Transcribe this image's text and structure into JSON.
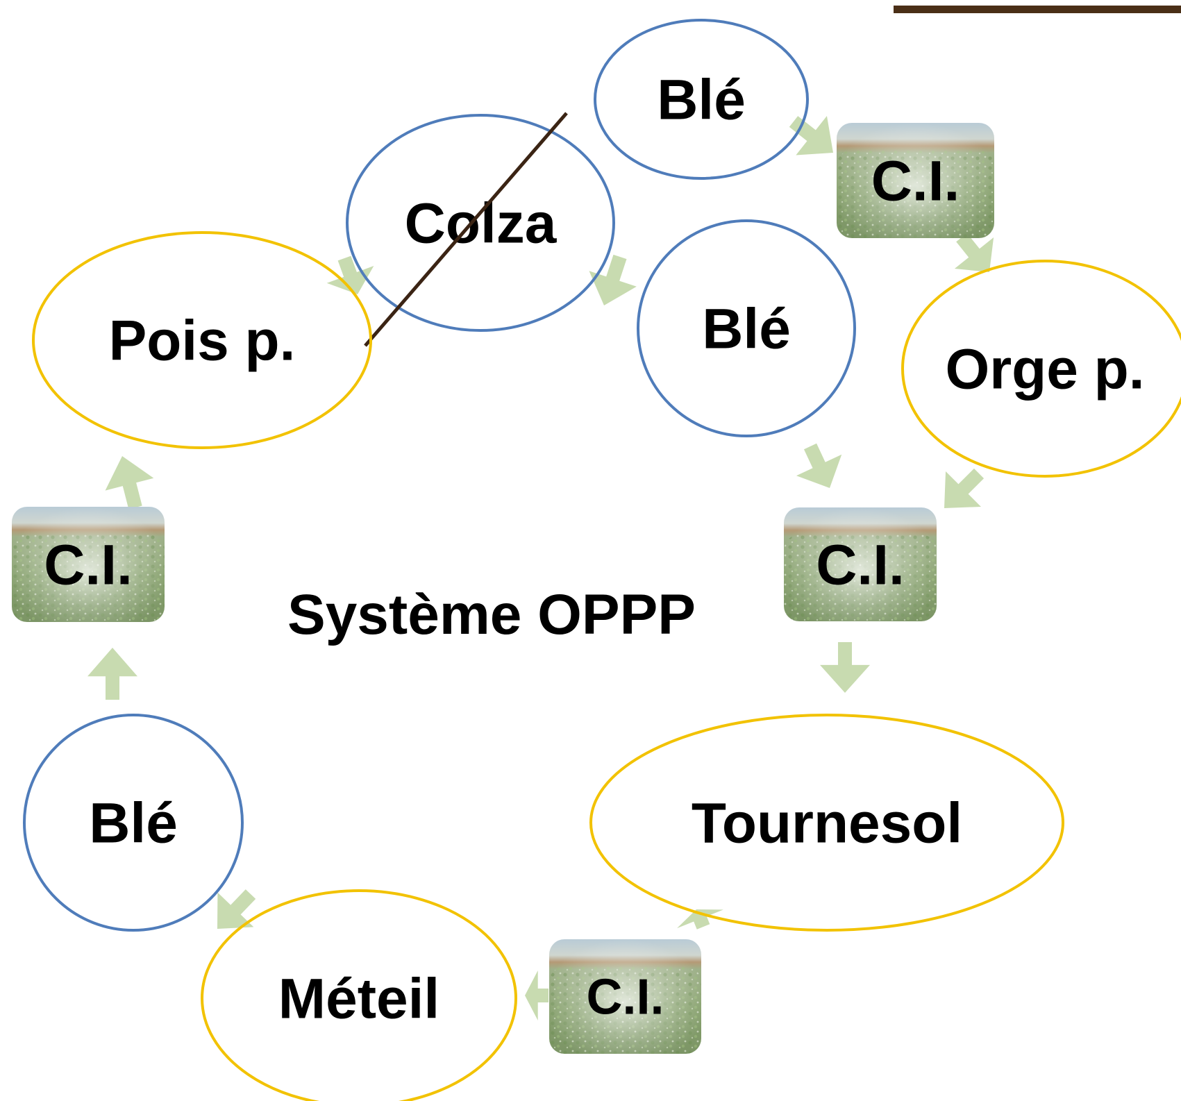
{
  "diagram": {
    "center_label": "Système OPPP",
    "colors": {
      "cereal_outline": "#4f7cba",
      "legume_outline": "#f2c200",
      "arrow_fill": "#c8dbb0",
      "strike_line": "#3b2414",
      "top_bar": "#4a2f17"
    },
    "nodes": [
      {
        "id": "ble-top",
        "label": "Blé",
        "kind": "cereal",
        "crossed": false
      },
      {
        "id": "ci-top-right",
        "label": "C.I.",
        "kind": "cover"
      },
      {
        "id": "colza",
        "label": "Colza",
        "kind": "cereal",
        "crossed": true
      },
      {
        "id": "ble-mid",
        "label": "Blé",
        "kind": "cereal",
        "crossed": false
      },
      {
        "id": "orge",
        "label": "Orge p.",
        "kind": "legume",
        "crossed": false
      },
      {
        "id": "pois",
        "label": "Pois p.",
        "kind": "legume",
        "crossed": false
      },
      {
        "id": "ci-left",
        "label": "C.I.",
        "kind": "cover"
      },
      {
        "id": "ci-right",
        "label": "C.I.",
        "kind": "cover"
      },
      {
        "id": "tournesol",
        "label": "Tournesol",
        "kind": "legume",
        "crossed": false
      },
      {
        "id": "ci-bottom",
        "label": "C.I.",
        "kind": "cover"
      },
      {
        "id": "meteil",
        "label": "Méteil",
        "kind": "legume",
        "crossed": false
      },
      {
        "id": "ble-bottom",
        "label": "Blé",
        "kind": "cereal",
        "crossed": false
      }
    ]
  }
}
